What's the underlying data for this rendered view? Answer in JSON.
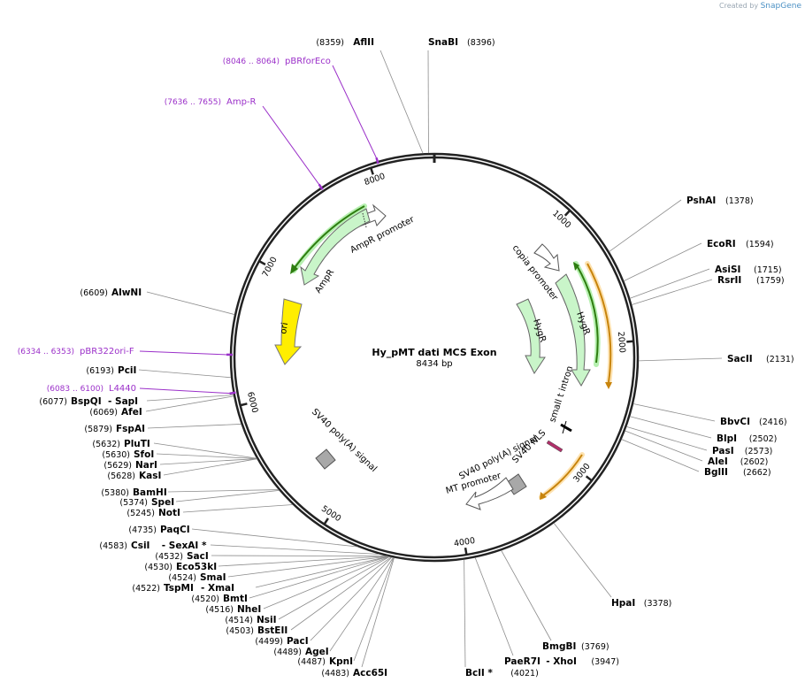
{
  "credit": {
    "prefix": "Created by",
    "brand": "SnapGene"
  },
  "map": {
    "title": "Hy_pMT dati MCS Exon",
    "length_label": "8434 bp",
    "length_bp": 8434
  },
  "ticks": [
    {
      "bp": 1000,
      "label": "1000"
    },
    {
      "bp": 2000,
      "label": "2000"
    },
    {
      "bp": 3000,
      "label": "3000"
    },
    {
      "bp": 4000,
      "label": "4000"
    },
    {
      "bp": 5000,
      "label": "5000"
    },
    {
      "bp": 6000,
      "label": "6000"
    },
    {
      "bp": 7000,
      "label": "7000"
    },
    {
      "bp": 8000,
      "label": "8000"
    }
  ],
  "features": [
    {
      "name": "AmpR promoter",
      "label": "AmpR promoter"
    },
    {
      "name": "AmpR",
      "label": "AmpR"
    },
    {
      "name": "ori",
      "label": "ori"
    },
    {
      "name": "copia promoter",
      "label": "copia promoter"
    },
    {
      "name": "HygR",
      "label": "HygR"
    },
    {
      "name": "HygR (inner)",
      "label": "HygR"
    },
    {
      "name": "small t intron",
      "label": "small t intron"
    },
    {
      "name": "SV40 NLS",
      "label": "SV40 NLS"
    },
    {
      "name": "SV40 poly(A) signal",
      "label": "SV40 poly(A) signal"
    },
    {
      "name": "MT promoter",
      "label": "MT promoter"
    },
    {
      "name": "SV40 poly(A) signal (left)",
      "label": "SV40 poly(A) signal"
    }
  ],
  "primers": [
    {
      "range": "(8046 .. 8064)",
      "name": "pBRforEco"
    },
    {
      "range": "(7636 .. 7655)",
      "name": "Amp-R"
    },
    {
      "range": "(6334 .. 6353)",
      "name": "pBR322ori-F"
    },
    {
      "range": "(6083 .. 6100)",
      "name": "L4440"
    }
  ],
  "sites": [
    {
      "name": "AflII",
      "pos": "(8359)"
    },
    {
      "name": "SnaBI",
      "pos": "(8396)"
    },
    {
      "name": "PshAI",
      "pos": "(1378)"
    },
    {
      "name": "EcoRI",
      "pos": "(1594)"
    },
    {
      "name": "AsiSI",
      "pos": "(1715)"
    },
    {
      "name": "RsrII",
      "pos": "(1759)"
    },
    {
      "name": "SacII",
      "pos": "(2131)"
    },
    {
      "name": "BbvCI",
      "pos": "(2416)"
    },
    {
      "name": "BlpI",
      "pos": "(2502)"
    },
    {
      "name": "PasI",
      "pos": "(2573)"
    },
    {
      "name": "AleI",
      "pos": "(2602)"
    },
    {
      "name": "BglII",
      "pos": "(2662)"
    },
    {
      "name": "HpaI",
      "pos": "(3378)"
    },
    {
      "name": "BmgBI",
      "pos": "(3769)"
    },
    {
      "name": "PaeR7I",
      "pos": "(3947)",
      "extra": "- XhoI"
    },
    {
      "name": "BclI *",
      "pos": "(4021)"
    },
    {
      "name": "Acc65I",
      "pos": "(4483)"
    },
    {
      "name": "KpnI",
      "pos": "(4487)"
    },
    {
      "name": "AgeI",
      "pos": "(4489)"
    },
    {
      "name": "PacI",
      "pos": "(4499)"
    },
    {
      "name": "BstEII",
      "pos": "(4503)"
    },
    {
      "name": "NsiI",
      "pos": "(4514)"
    },
    {
      "name": "NheI",
      "pos": "(4516)"
    },
    {
      "name": "BmtI",
      "pos": "(4520)"
    },
    {
      "name": "TspMI",
      "pos": "(4522)",
      "extra": "- XmaI"
    },
    {
      "name": "SmaI",
      "pos": "(4524)"
    },
    {
      "name": "Eco53kI",
      "pos": "(4530)"
    },
    {
      "name": "SacI",
      "pos": "(4532)"
    },
    {
      "name": "CsiI",
      "pos": "(4583)",
      "extra": "- SexAI *"
    },
    {
      "name": "PaqCI",
      "pos": "(4735)"
    },
    {
      "name": "NotI",
      "pos": "(5245)"
    },
    {
      "name": "SpeI",
      "pos": "(5374)"
    },
    {
      "name": "BamHI",
      "pos": "(5380)"
    },
    {
      "name": "KasI",
      "pos": "(5628)"
    },
    {
      "name": "NarI",
      "pos": "(5629)"
    },
    {
      "name": "SfoI",
      "pos": "(5630)"
    },
    {
      "name": "PluTI",
      "pos": "(5632)"
    },
    {
      "name": "FspAI",
      "pos": "(5879)"
    },
    {
      "name": "AfeI",
      "pos": "(6069)"
    },
    {
      "name": "BspQI",
      "pos": "(6077)",
      "extra": "- SapI"
    },
    {
      "name": "PciI",
      "pos": "(6193)"
    },
    {
      "name": "AlwNI",
      "pos": "(6609)"
    }
  ]
}
